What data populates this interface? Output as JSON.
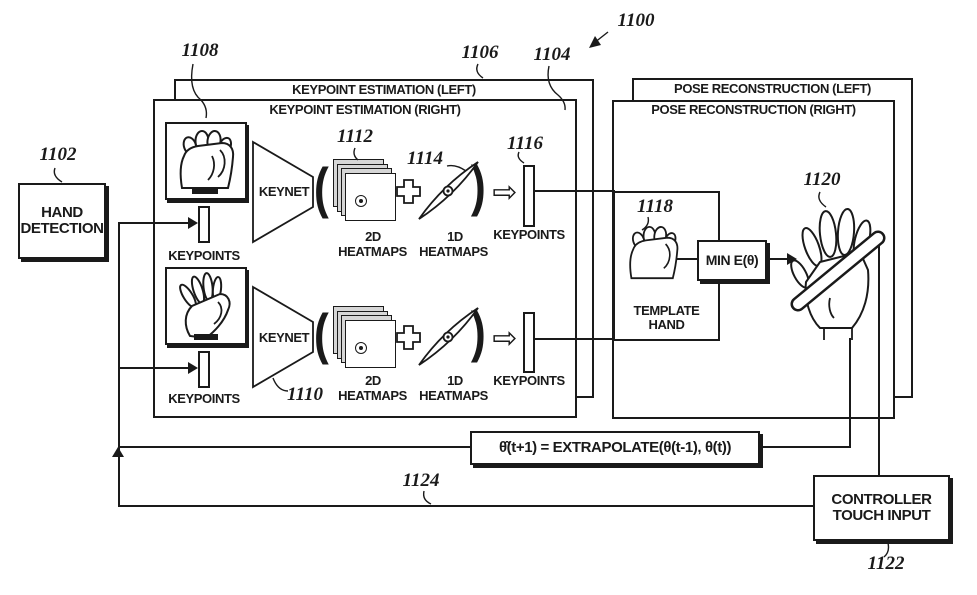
{
  "refs": {
    "figure": "1100",
    "hand_detection": "1102",
    "ke_right": "1104",
    "ke_left": "1106",
    "input_hand": "1108",
    "keynet": "1110",
    "heatmaps_2d": "1112",
    "heatmaps_1d": "1114",
    "keypoints_out": "1116",
    "template_hand": "1118",
    "posed_hand": "1120",
    "controller": "1122",
    "feedback": "1124"
  },
  "panels": {
    "ke_left": "KEYPOINT ESTIMATION (LEFT)",
    "ke_right": "KEYPOINT ESTIMATION (RIGHT)",
    "pose_left": "POSE RECONSTRUCTION (LEFT)",
    "pose_right": "POSE RECONSTRUCTION (RIGHT)"
  },
  "nodes": {
    "hand_detection_1": "HAND",
    "hand_detection_2": "DETECTION",
    "keynet": "KEYNET",
    "keypoints": "KEYPOINTS",
    "d2": "2D",
    "d1": "1D",
    "heatmaps": "HEATMAPS",
    "template_1": "TEMPLATE",
    "template_2": "HAND",
    "min_e": "MIN E(θ)",
    "extrapolate": "θ̂(t+1) = EXTRAPOLATE(θ(t-1), θ(t))",
    "controller_1": "CONTROLLER",
    "controller_2": "TOUCH INPUT"
  },
  "icons": {
    "double_arrow": "⇨",
    "paren_open": "(",
    "paren_close": ")"
  },
  "colors": {
    "ink": "#1a1a1a",
    "background": "#ffffff"
  }
}
